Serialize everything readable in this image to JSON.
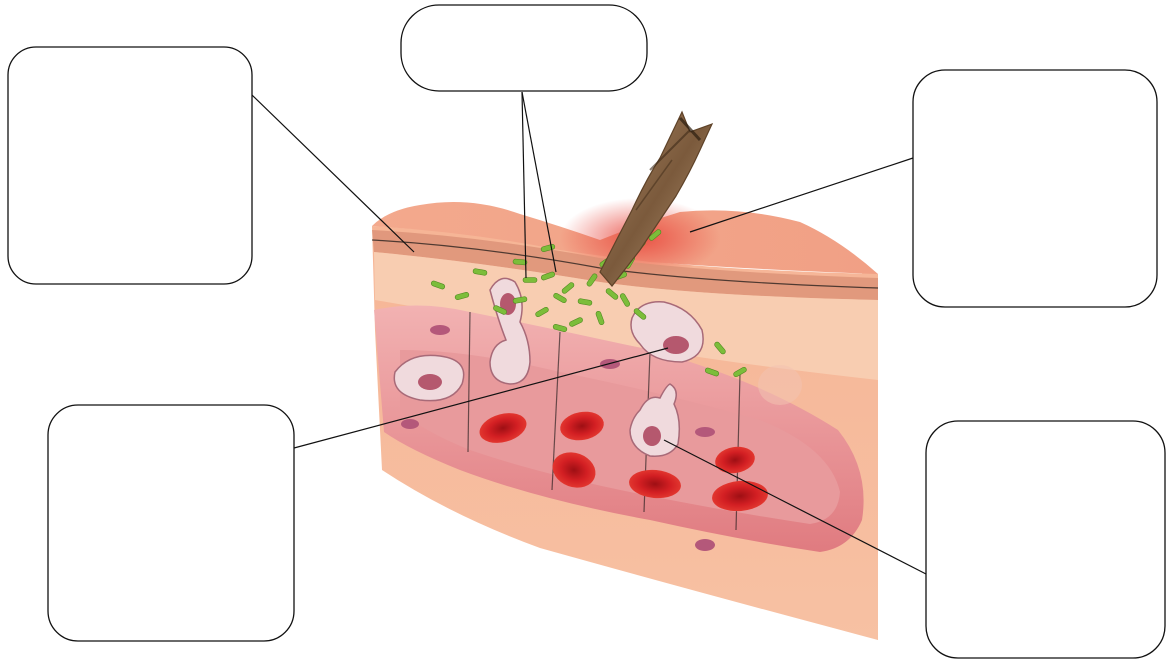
{
  "diagram": {
    "labels": [
      {
        "id": "top",
        "text": ""
      },
      {
        "id": "upper-left",
        "text": ""
      },
      {
        "id": "upper-right",
        "text": ""
      },
      {
        "id": "lower-left",
        "text": ""
      },
      {
        "id": "lower-right",
        "text": ""
      }
    ],
    "colors": {
      "skin_top": "#f2a488",
      "skin_side": "#f7b89a",
      "dermis": "#f9c9ad",
      "vessel_wall": "#e9858a",
      "vessel_inner": "#f0a6a8",
      "red_blood_cell": "#d42024",
      "bacteria": "#7cbd3a",
      "splinter": "#8a6a4a",
      "white_cell": "#efd6da",
      "nucleus": "#b5586e"
    }
  }
}
